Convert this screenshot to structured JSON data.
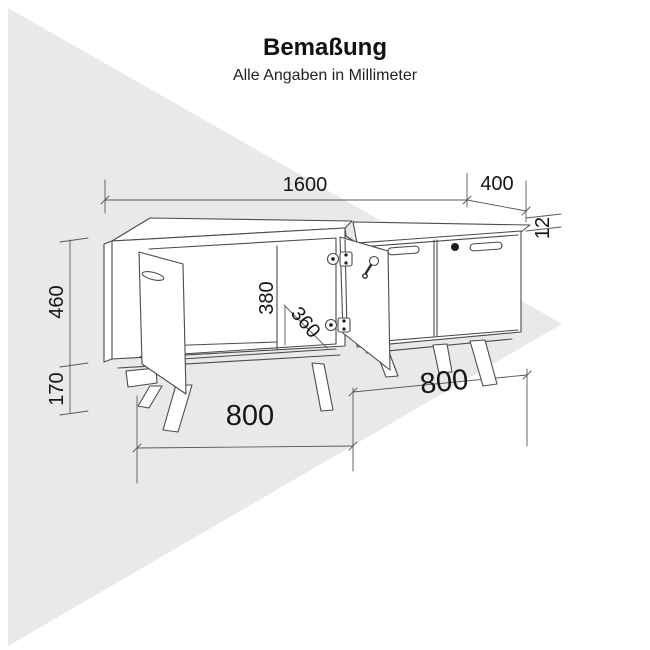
{
  "page": {
    "title": "Bemaßung",
    "subtitle": "Alle Angaben in Millimeter"
  },
  "drawing": {
    "type": "furniture-dimension-diagram",
    "dimensions_mm": {
      "total_width": "1600",
      "depth": "400",
      "top_panel_thickness": "12",
      "body_height": "460",
      "leg_height": "170",
      "interior_height": "380",
      "interior_depth": "360",
      "left_section_width": "800",
      "right_section_width": "800"
    },
    "colors": {
      "line": "#4c4c4c",
      "text": "#161616",
      "watermark": "#e9e9ec",
      "background": "#ffffff"
    }
  }
}
